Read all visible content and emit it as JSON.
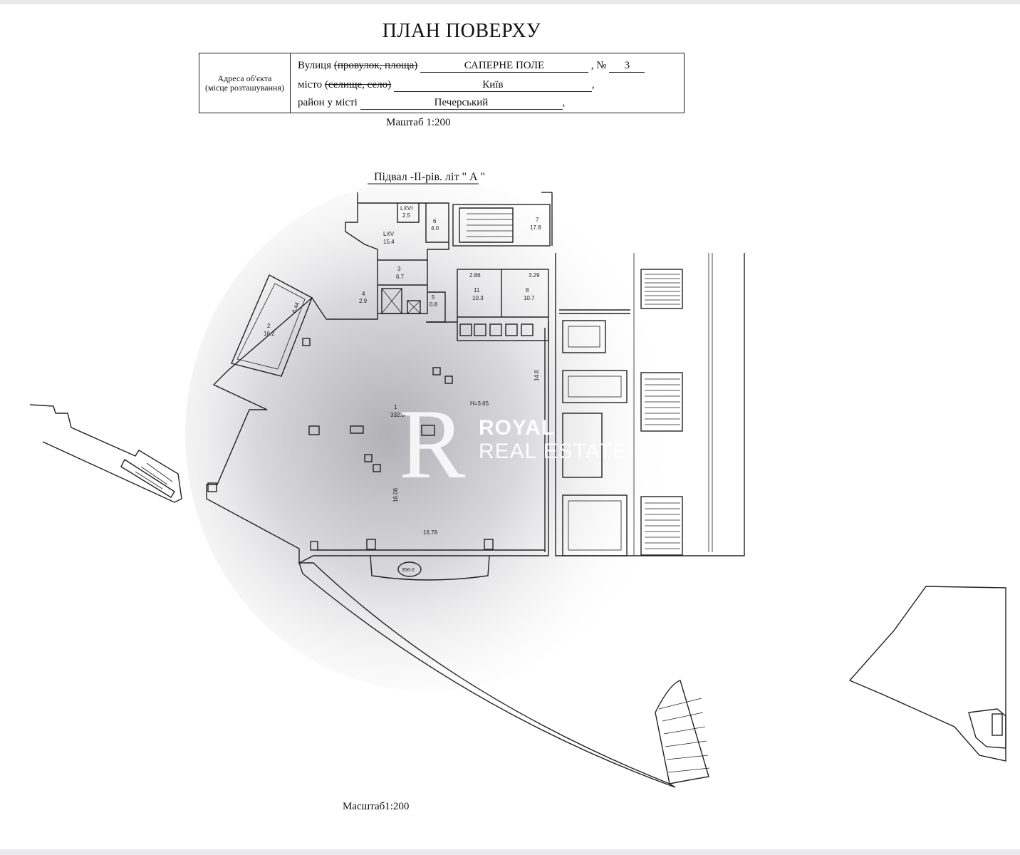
{
  "document": {
    "title": "ПЛАН ПОВЕРХУ",
    "address": {
      "label_line1": "Адреса об'єкта",
      "label_line2": "(місце розташування)",
      "street_label": "Вулиця",
      "street_struck": "(провулок, площа)",
      "street_value": "САПЕРНЕ ПОЛЕ",
      "number_label": ", №",
      "number_value": "3",
      "city_label": "місто",
      "city_struck": "(селище, село)",
      "city_value": "Київ",
      "district_label": "район у місті",
      "district_value": "Печерський"
    },
    "scale_top": "Маштаб 1:200",
    "scale_bottom": "Масштаб1:200"
  },
  "plan": {
    "floor_title": "Підвал -ІІ-рів. літ \" А \"",
    "rooms": [
      {
        "num": "LXVI",
        "area": "2.5"
      },
      {
        "num": "6",
        "area": "4.0"
      },
      {
        "num": "7",
        "area": "17.8"
      },
      {
        "num": "LXV",
        "area": "15.4"
      },
      {
        "num": "3",
        "area": "6.7"
      },
      {
        "num": "4",
        "area": "2.9"
      },
      {
        "num": "5",
        "area": "0.8"
      },
      {
        "num": "11",
        "area": "10.3"
      },
      {
        "num": "8",
        "area": "10.7"
      },
      {
        "num": "2",
        "area": "16.2"
      },
      {
        "num": "1",
        "area": "332.8"
      }
    ],
    "dimensions": {
      "d1": "2.86",
      "d2": "3.29",
      "d3": "6.44",
      "d4": "16.06",
      "d5": "16.78",
      "d6": "14.8",
      "height": "H=3.65",
      "exit_tag": "356-2"
    }
  },
  "watermark": {
    "line1": "ROYAL",
    "line2": "REAL ESTATE",
    "logo_letter": "R"
  },
  "colors": {
    "line": "#222222",
    "paper": "#ffffff",
    "border": "#e9e9ec",
    "shade": "#b8b8bc"
  }
}
